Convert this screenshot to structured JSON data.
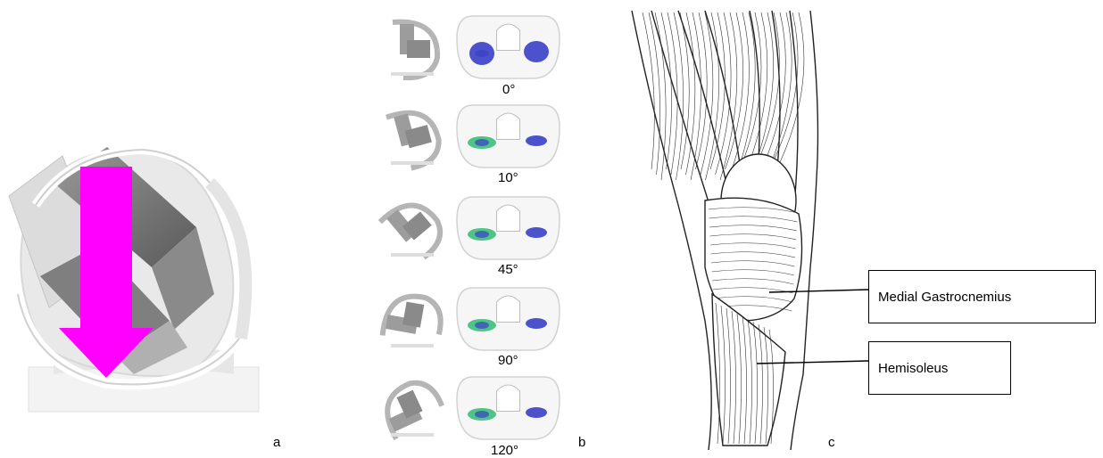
{
  "panels": {
    "a": {
      "letter": "a"
    },
    "b": {
      "letter": "b",
      "angles": [
        "0°",
        "10°",
        "45°",
        "90°",
        "120°"
      ]
    },
    "c": {
      "letter": "c",
      "callouts": [
        "Medial Gastrocnemius",
        "Hemisoleus"
      ]
    }
  },
  "colors": {
    "arrow": "#ff00ff",
    "contact_blue": "#3a3fc8",
    "contact_green": "#3cc07a"
  }
}
